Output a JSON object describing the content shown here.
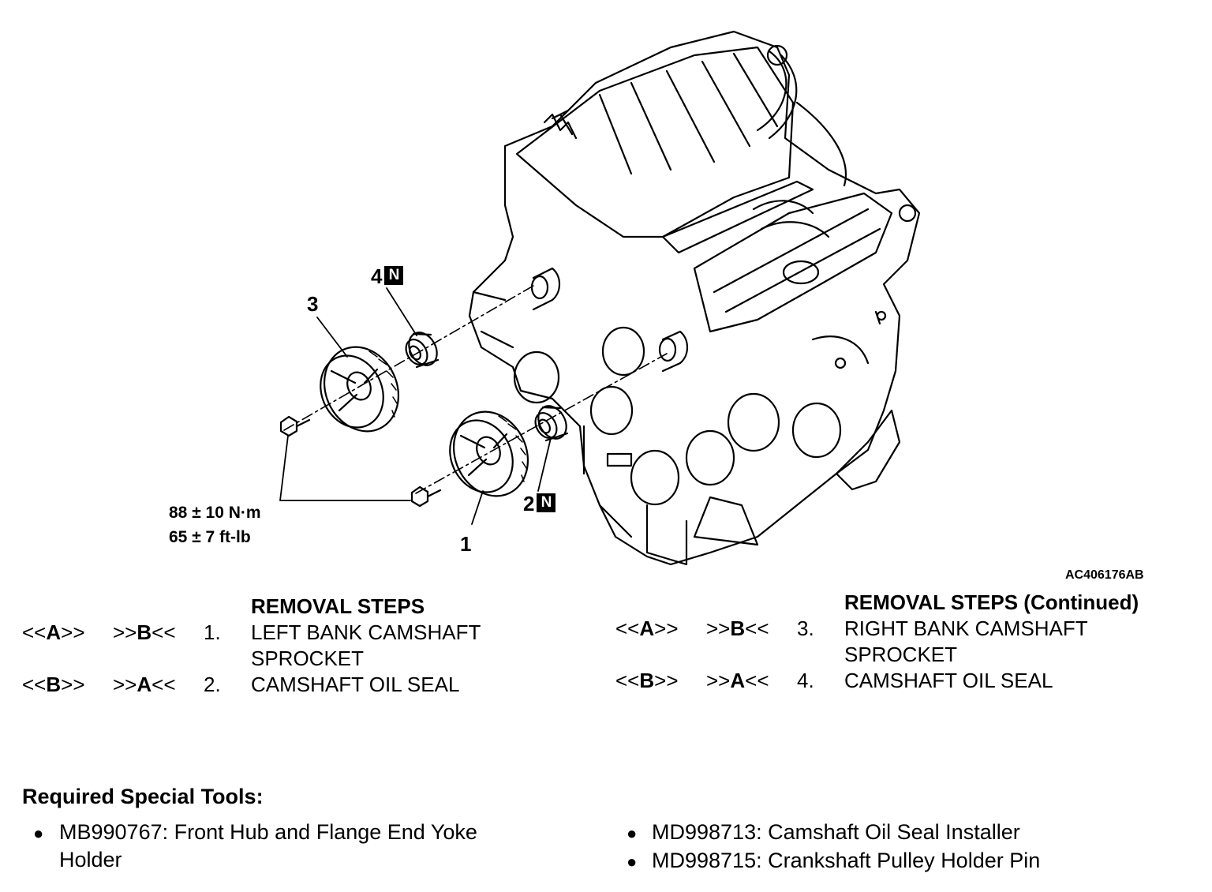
{
  "callouts": {
    "c1": "1",
    "c2": "2",
    "c3": "3",
    "c4": "4",
    "new_badge": "N"
  },
  "torque": {
    "metric": "88 ± 10 N·m",
    "imperial": "65 ± 7 ft-lb"
  },
  "figure_id": "AC406176AB",
  "steps_left": {
    "header": "REMOVAL STEPS",
    "rows": [
      {
        "removal_pre": "<<",
        "removal_letter": "A",
        "removal_post": ">>",
        "install_pre": ">>",
        "install_letter": "B",
        "install_post": "<<",
        "num": "1.",
        "line1": "LEFT BANK CAMSHAFT",
        "line2": "SPROCKET"
      },
      {
        "removal_pre": "<<",
        "removal_letter": "B",
        "removal_post": ">>",
        "install_pre": ">>",
        "install_letter": "A",
        "install_post": "<<",
        "num": "2.",
        "line1": "CAMSHAFT OIL SEAL"
      }
    ]
  },
  "steps_right": {
    "header": "REMOVAL STEPS (Continued)",
    "rows": [
      {
        "removal_pre": "<<",
        "removal_letter": "A",
        "removal_post": ">>",
        "install_pre": ">>",
        "install_letter": "B",
        "install_post": "<<",
        "num": "3.",
        "line1": "RIGHT BANK CAMSHAFT",
        "line2": "SPROCKET"
      },
      {
        "removal_pre": "<<",
        "removal_letter": "B",
        "removal_post": ">>",
        "install_pre": ">>",
        "install_letter": "A",
        "install_post": "<<",
        "num": "4.",
        "line1": "CAMSHAFT OIL SEAL"
      }
    ]
  },
  "tools": {
    "title": "Required Special Tools:",
    "items": [
      {
        "line1": "MB990767: Front Hub and Flange End Yoke",
        "line2": "Holder"
      },
      {
        "line1": "MD998713: Camshaft Oil Seal Installer"
      },
      {
        "line1": "MD998715: Crankshaft Pulley Holder Pin"
      }
    ]
  }
}
